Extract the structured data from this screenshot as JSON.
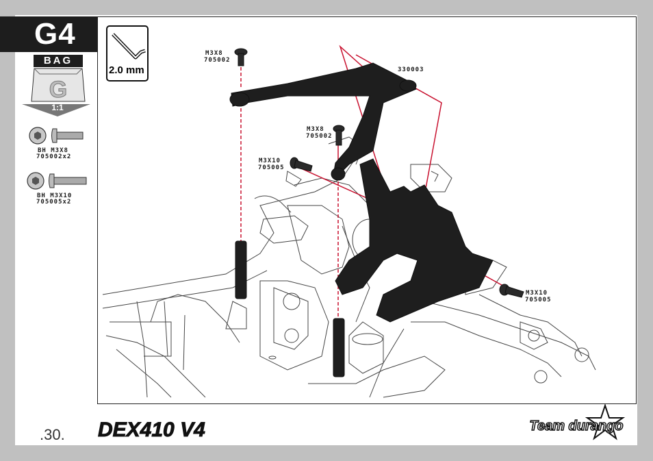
{
  "step": {
    "id": "G4"
  },
  "bag": {
    "label": "BAG",
    "letter": "G",
    "scale": "1:1"
  },
  "hardware": [
    {
      "name": "BH M3X8",
      "part": "705002x2"
    },
    {
      "name": "BH M3X10",
      "part": "705005x2"
    }
  ],
  "tool": {
    "size": "2.0 mm",
    "icon": "hex-key-icon"
  },
  "callouts": [
    {
      "size": "M3X8",
      "part": "705002"
    },
    {
      "part": "330003"
    },
    {
      "size": "M3X8",
      "part": "705002"
    },
    {
      "size": "M3X10",
      "part": "705005"
    },
    {
      "size": "M3X10",
      "part": "705005"
    }
  ],
  "footer": {
    "page": ".30.",
    "product_logo": "DEX410 V4",
    "brand_logo": "Team durango"
  },
  "colors": {
    "background": "#c0c0c0",
    "tab": "#1d1d1d",
    "guide_line": "#c8102e",
    "part_fill": "#1e1e1e"
  }
}
